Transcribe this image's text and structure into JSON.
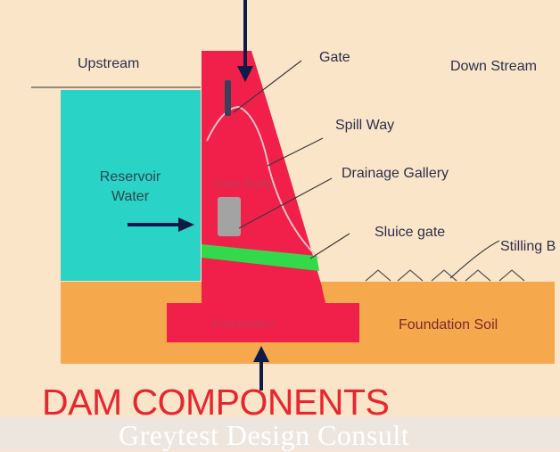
{
  "labels": {
    "upstream": "Upstream",
    "downstream": "Down Stream",
    "gate": "Gate",
    "spillway": "Spill Way",
    "drainage_gallery": "Drainage Gallery",
    "sluice_gate": "Sluice gate",
    "stilling_basin": "Stilling B",
    "reservoir_line1": "Reservoir",
    "reservoir_line2": "Water",
    "dam_body": "Dam Body",
    "foundation": "Foundation",
    "foundation_soil": "Foundation Soil"
  },
  "title": "DAM COMPONENTS",
  "watermark": "Greytest Design Consult",
  "colors": {
    "background": "#fbe5c9",
    "reservoir": "#29d3c6",
    "dam": "#f0204a",
    "soil": "#f5a84c",
    "sluice_gate": "#33d94a",
    "gallery": "#a3a3a3",
    "arrows": "#0d1a4a",
    "title": "#e8262f"
  }
}
